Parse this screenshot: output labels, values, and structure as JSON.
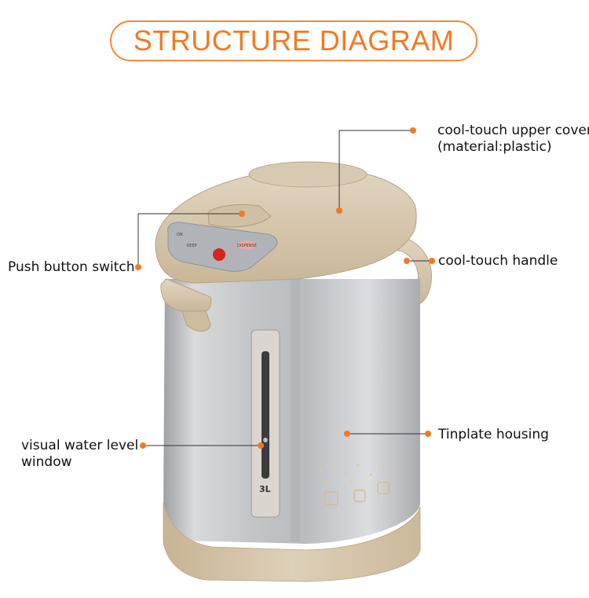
{
  "title": "STRUCTURE DIAGRAM",
  "colors": {
    "accent": "#f07a24",
    "body_silver": "#c8c9cb",
    "beige": "#d6c6ad"
  },
  "product": {
    "capacity_label": "3L",
    "panel_buttons": [
      "ON",
      "KEEP",
      "DISPENSE"
    ]
  },
  "callouts": {
    "upper_cover": {
      "line1": "cool-touch upper cover",
      "line2": "(material:plastic)"
    },
    "handle": {
      "line1": "cool-touch handle"
    },
    "push_button": {
      "line1": "Push button switch"
    },
    "housing": {
      "line1": "Tinplate housing"
    },
    "water_window": {
      "line1": "visual water level",
      "line2": "window"
    }
  }
}
